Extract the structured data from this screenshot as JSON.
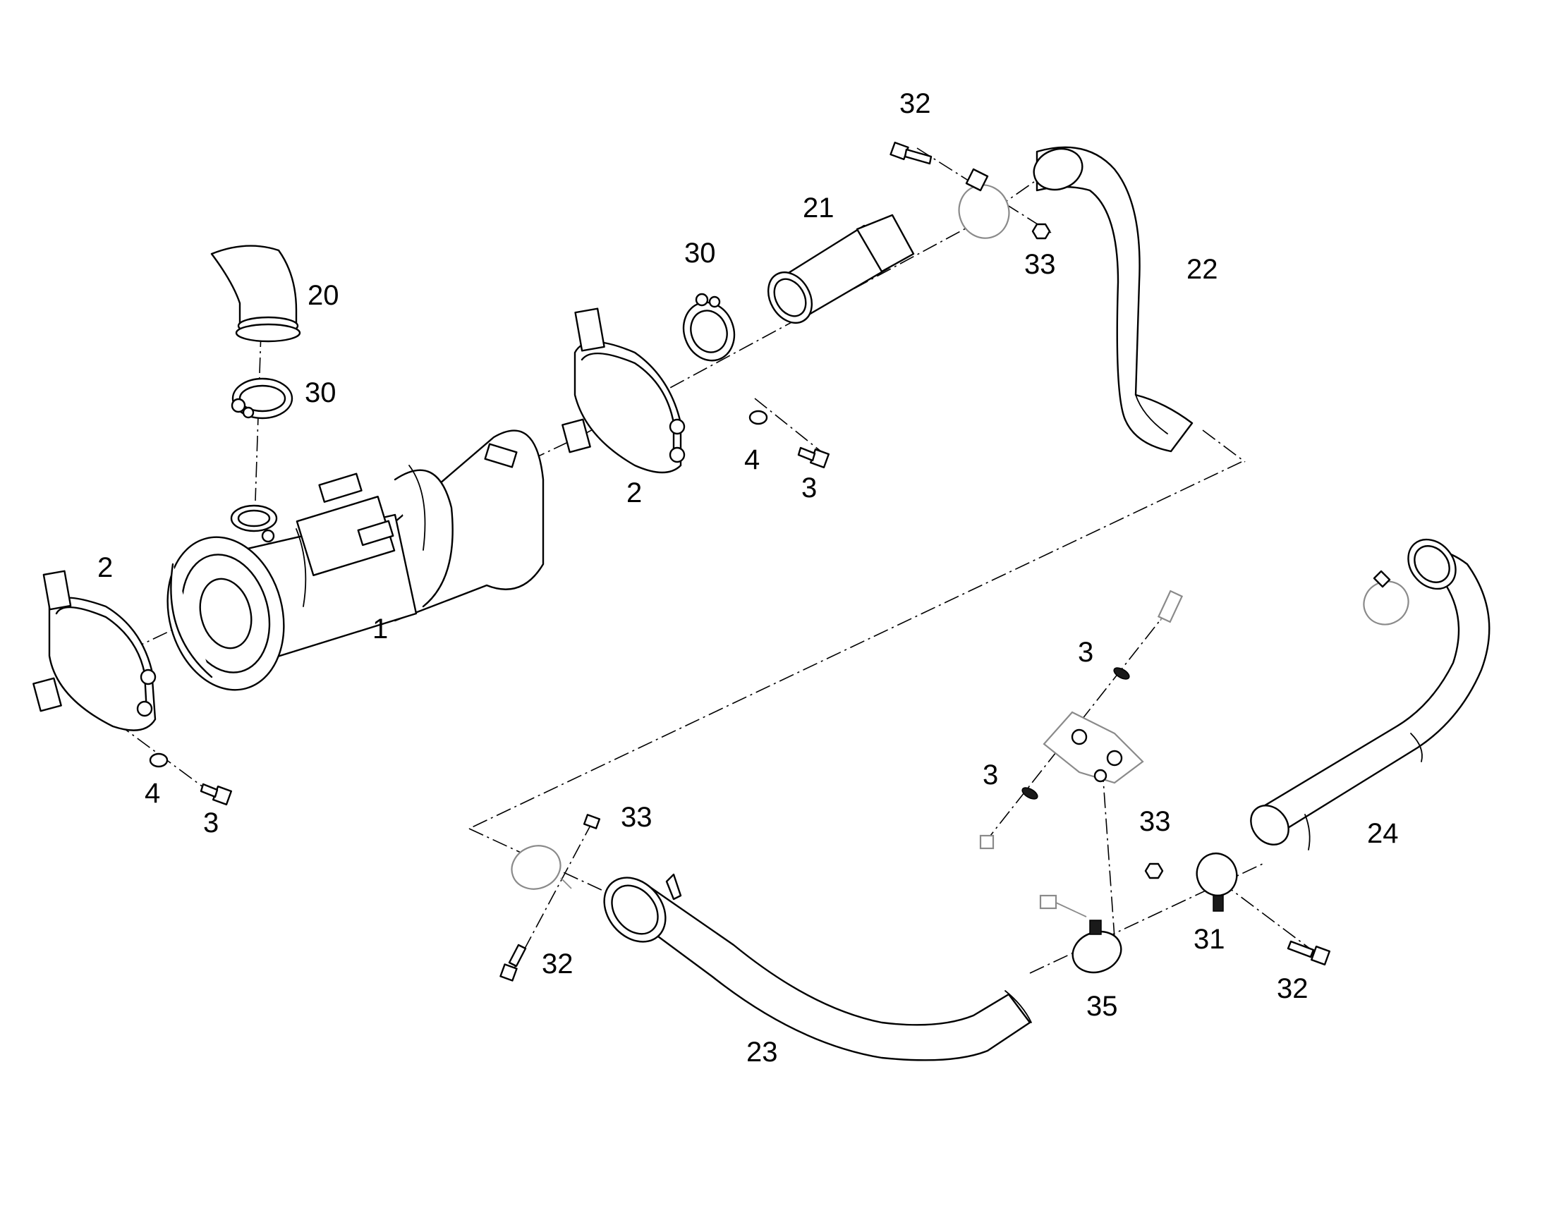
{
  "diagram": {
    "callouts": [
      {
        "id": "c1",
        "label": "1"
      },
      {
        "id": "c2a",
        "label": "2"
      },
      {
        "id": "c2b",
        "label": "2"
      },
      {
        "id": "c3a",
        "label": "3"
      },
      {
        "id": "c3b",
        "label": "3"
      },
      {
        "id": "c3c",
        "label": "3"
      },
      {
        "id": "c3d",
        "label": "3"
      },
      {
        "id": "c4a",
        "label": "4"
      },
      {
        "id": "c4b",
        "label": "4"
      },
      {
        "id": "c20",
        "label": "20"
      },
      {
        "id": "c21",
        "label": "21"
      },
      {
        "id": "c22",
        "label": "22"
      },
      {
        "id": "c23",
        "label": "23"
      },
      {
        "id": "c24",
        "label": "24"
      },
      {
        "id": "c30a",
        "label": "30"
      },
      {
        "id": "c30b",
        "label": "30"
      },
      {
        "id": "c31",
        "label": "31"
      },
      {
        "id": "c32a",
        "label": "32"
      },
      {
        "id": "c32b",
        "label": "32"
      },
      {
        "id": "c32c",
        "label": "32"
      },
      {
        "id": "c33a",
        "label": "33"
      },
      {
        "id": "c33b",
        "label": "33"
      },
      {
        "id": "c33c",
        "label": "33"
      },
      {
        "id": "c35",
        "label": "35"
      }
    ]
  }
}
